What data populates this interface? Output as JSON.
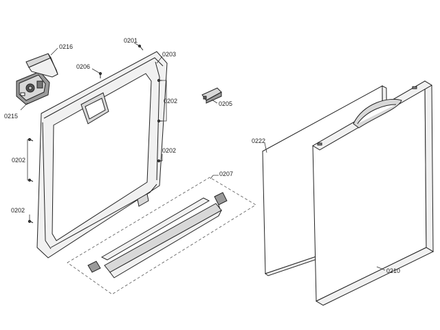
{
  "labels": {
    "p0201": "0201",
    "p0202a": "0202",
    "p0202b": "0202",
    "p0202c": "0202",
    "p0202d": "0202",
    "p0203": "0203",
    "p0205": "0205",
    "p0206": "0206",
    "p0207": "0207",
    "p0210": "0210",
    "p0215": "0215",
    "p0216": "0216",
    "p0222": "0222"
  }
}
